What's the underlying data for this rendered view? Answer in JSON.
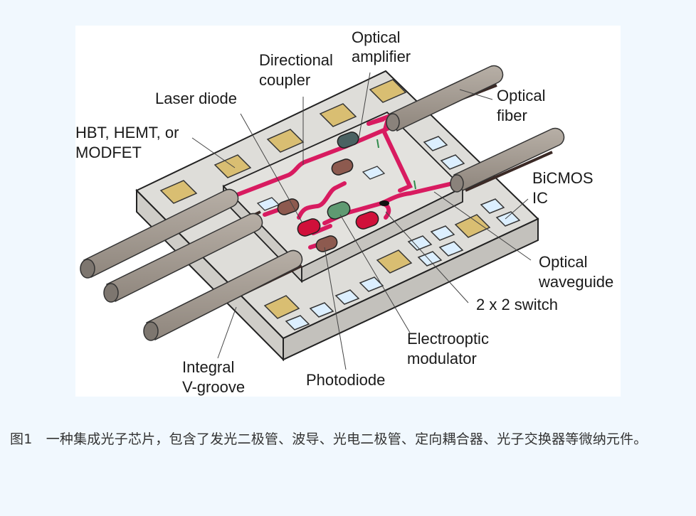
{
  "figure": {
    "labels": {
      "optical_amplifier": [
        "Optical",
        "amplifier"
      ],
      "directional_coupler": [
        "Directional",
        "coupler"
      ],
      "laser_diode": [
        "Laser diode"
      ],
      "hbt": [
        "HBT, HEMT, or",
        "MODFET"
      ],
      "optical_fiber": [
        "Optical",
        "fiber"
      ],
      "bicmos": [
        "BiCMOS",
        "IC"
      ],
      "optical_waveguide": [
        "Optical",
        "waveguide"
      ],
      "switch": [
        "2 x 2 switch"
      ],
      "electrooptic_modulator": [
        "Electrooptic",
        "modulator"
      ],
      "photodiode": [
        "Photodiode"
      ],
      "integral_vgroove": [
        "Integral",
        "V-groove"
      ]
    },
    "colors": {
      "waveguide": "#d81b60",
      "laser": "#d0103a",
      "photodiode": "#8d5a4f",
      "amplifier": "#4a6262",
      "modulator": "#5f9a72",
      "gold_pad": "#d9be72",
      "blue_pad": "#dcefff",
      "fiber": "#a59c93",
      "chip": "#deddd9"
    }
  },
  "caption": {
    "text": "图1　一种集成光子芯片，包含了发光二极管、波导、光电二极管、定向耦合器、光子交换器等微纳元件。"
  }
}
